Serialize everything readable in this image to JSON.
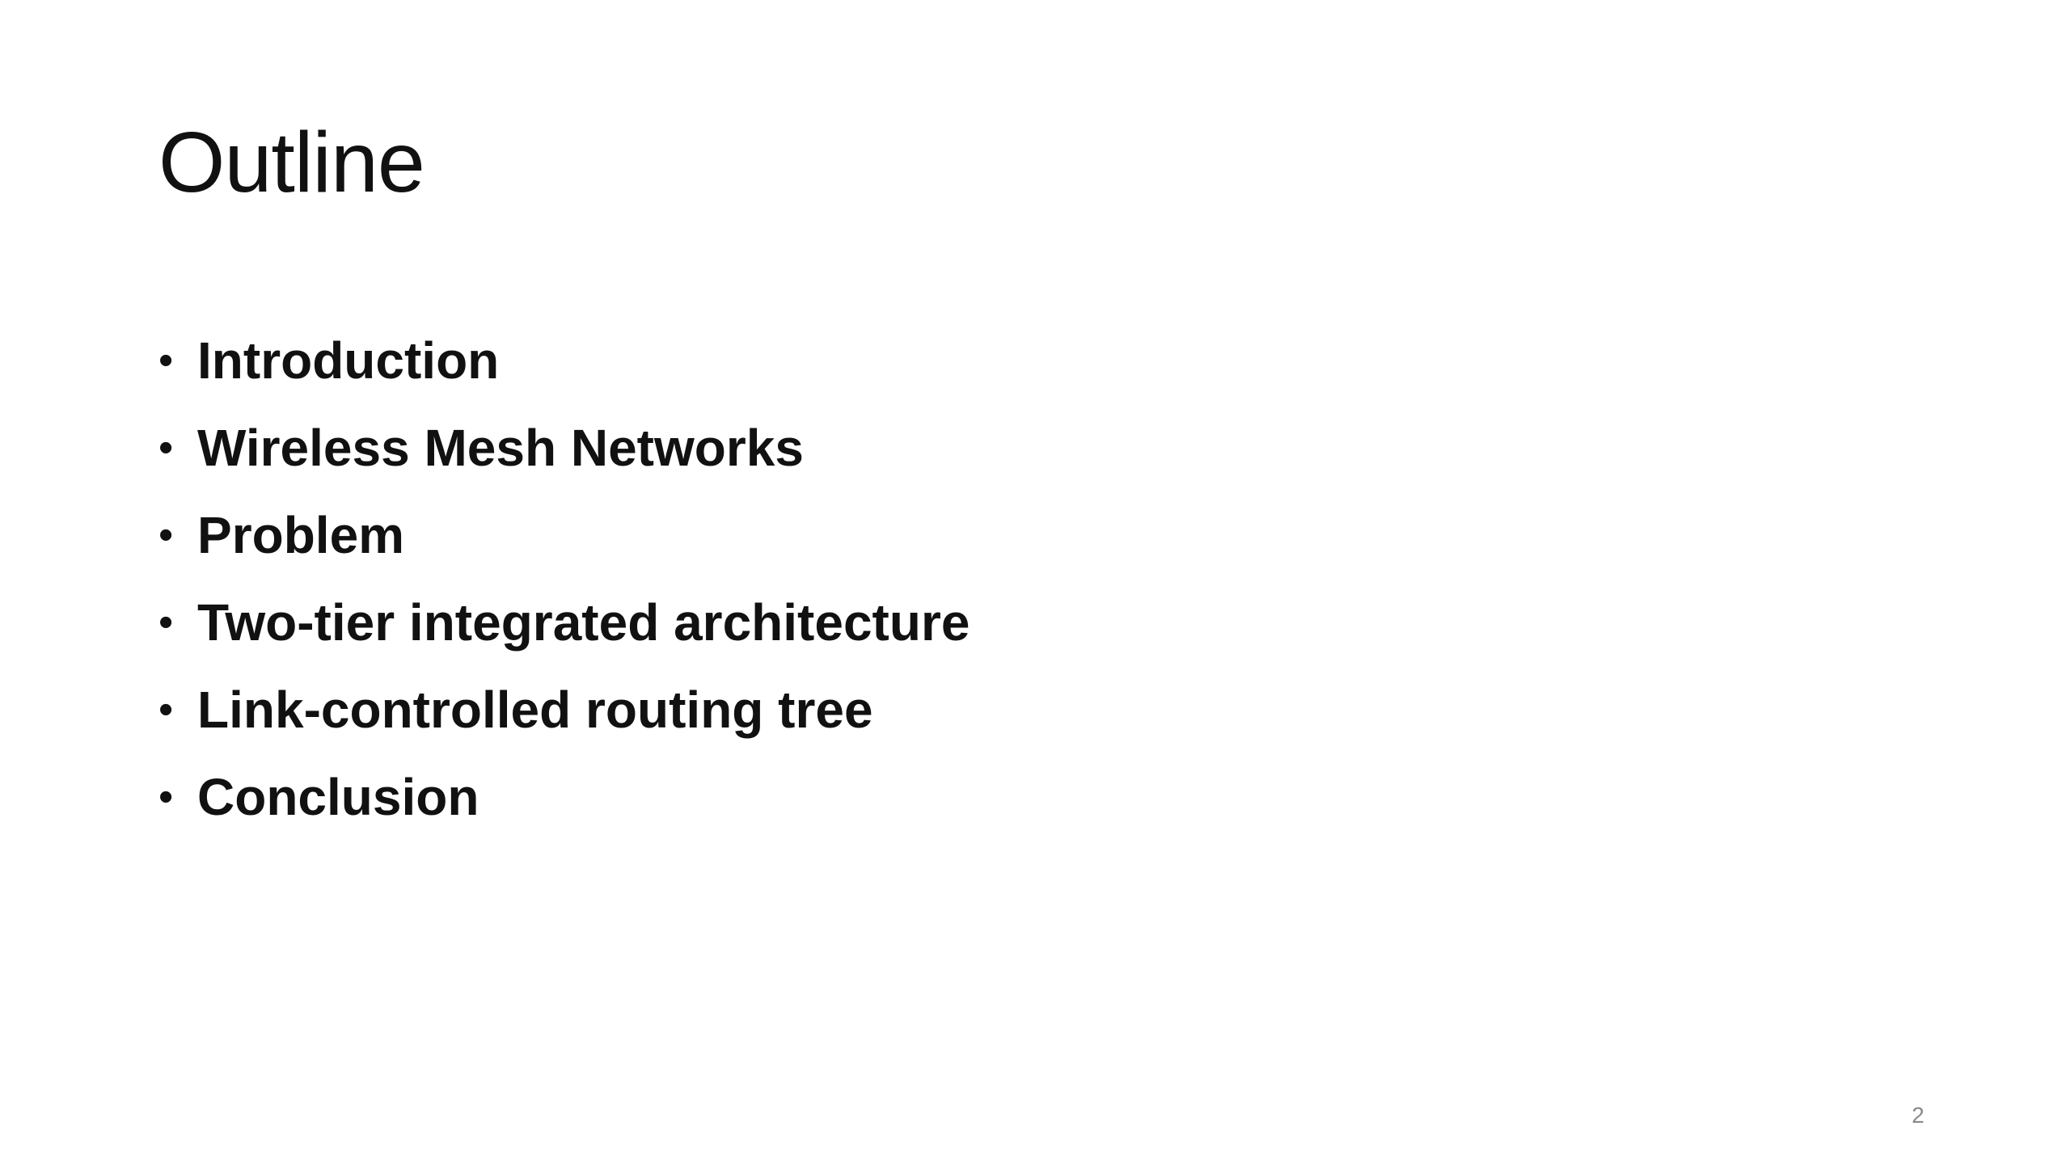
{
  "slide": {
    "title": "Outline",
    "bullet_symbol": "•",
    "items": [
      {
        "label": "Introduction"
      },
      {
        "label": "Wireless Mesh Networks"
      },
      {
        "label": "Problem"
      },
      {
        "label": "Two-tier integrated architecture"
      },
      {
        "label": "Link-controlled routing tree"
      },
      {
        "label": "Conclusion"
      }
    ],
    "page_number": "2"
  },
  "colors": {
    "background": "#ffffff",
    "text": "#111111",
    "page_number": "#8a8a8a"
  }
}
